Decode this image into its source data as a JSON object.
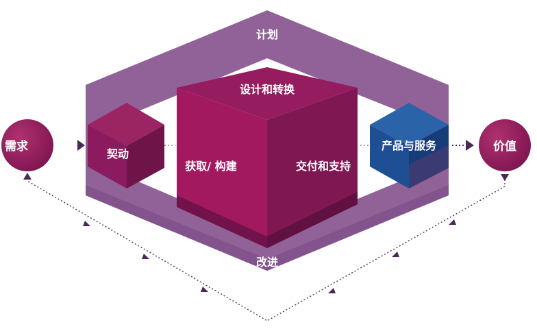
{
  "diagram": {
    "nodes": {
      "demand": "需求",
      "value": "价值",
      "plan": "计划",
      "improve": "改进",
      "engage": "契动",
      "design": "设计和转换",
      "obtain": "获取/ 构建",
      "deliver": "交付和支持",
      "products": "产品与服务"
    }
  },
  "colors": {
    "outer_hexagon": "#8a5a92",
    "plum": "#8c1a5e",
    "magenta": "#a3195f",
    "deep_plum": "#6e1448",
    "blue": "#1e4f94",
    "arrow": "#4a2a55",
    "background": "#ffffff"
  }
}
